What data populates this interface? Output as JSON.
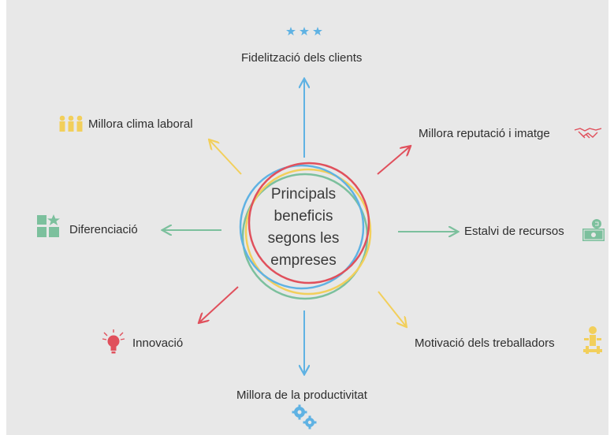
{
  "center": {
    "line1": "Principals",
    "line2": "beneficis",
    "line3": "segons les",
    "line4": "empreses"
  },
  "benefits": {
    "top": "Fidelització dels clients",
    "top_right": "Millora reputació i imatge",
    "right": "Estalvi de recursos",
    "bottom_right": "Motivació dels treballadors",
    "bottom": "Millora de la productivitat",
    "bottom_left": "Innovació",
    "left": "Diferenciació",
    "top_left": "Millora clima laboral"
  },
  "colors": {
    "blue": "#5fb2e3",
    "red": "#e0505c",
    "yellow": "#f2cf5b",
    "green": "#7cc09d",
    "background": "#e8e8e8"
  },
  "icons": {
    "top": "stars-icon",
    "top_right": "handshake-icon",
    "right": "money-icon",
    "bottom_right": "worker-icon",
    "bottom": "gears-icon",
    "bottom_left": "lightbulb-icon",
    "left": "blocks-star-icon",
    "top_left": "people-icon"
  }
}
